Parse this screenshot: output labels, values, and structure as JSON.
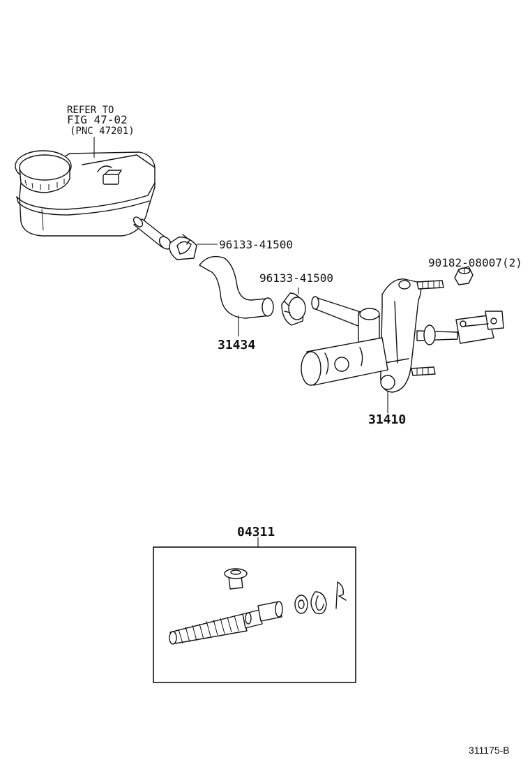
{
  "diagram": {
    "reference": {
      "line1": "REFER TO",
      "line2": "FIG 47-02",
      "line3": "(PNC 47201)"
    },
    "callouts": {
      "clamp_upper": "96133-41500",
      "clamp_lower": "96133-41500",
      "nut": "90182-08007(2)",
      "hose": "31434",
      "master_cylinder": "31410",
      "repair_kit": "04311"
    },
    "figure_code": "311175-B"
  }
}
